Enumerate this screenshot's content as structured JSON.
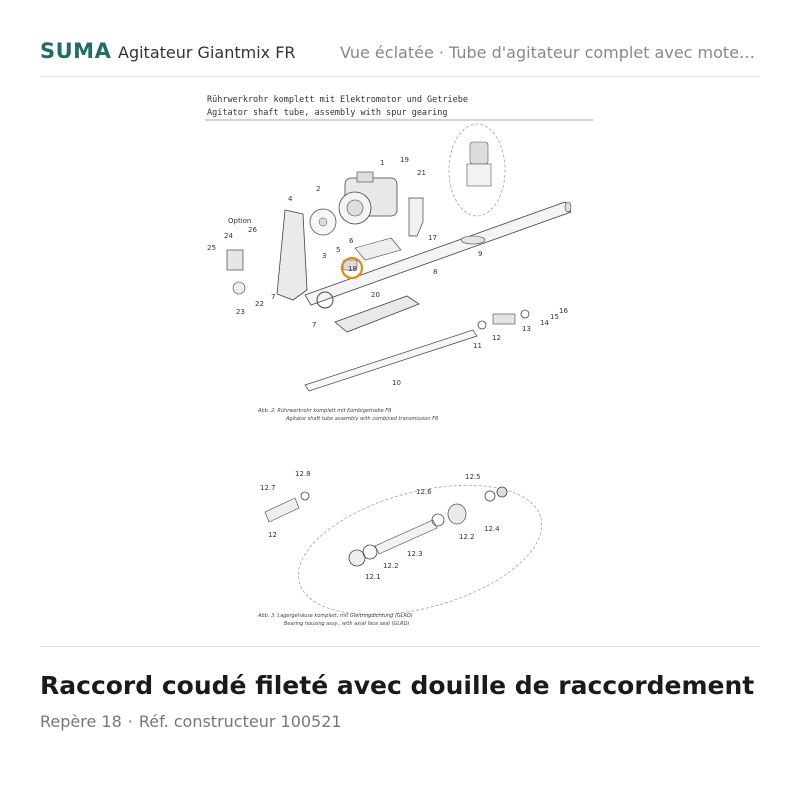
{
  "header": {
    "brand": "SUMA",
    "product": "Agitateur Giantmix FR",
    "view_title": "Vue éclatée · Tube d'agitateur complet avec moteur…"
  },
  "diagram": {
    "heading_de": "Rührwerkrohr komplett mit Elektromotor und Getriebe",
    "heading_en": "Agitator shaft tube, assembly with spur gearing",
    "fig2_caption_de": "Abb. 2:     Rührwerkrohr komplett mit Kombigetriebe FR",
    "fig2_caption_en": "Agitator shaft tube assembly with combined transmission FR",
    "fig3_caption_de": "Abb. 3:     Lagergehäuse komplett, mit Gleitringdichtung (GLRD)",
    "fig3_caption_en": "Bearing housing assy., with axial face seal (GLRD)",
    "option_label": "Option",
    "highlight_color": "#e08a1e",
    "labels_fig2": [
      "1",
      "19",
      "21",
      "2",
      "4",
      "26",
      "24",
      "25",
      "3",
      "6",
      "5",
      "17",
      "18",
      "8",
      "9",
      "7",
      "22",
      "23",
      "20",
      "7",
      "16",
      "15",
      "14",
      "13",
      "12",
      "11",
      "10"
    ],
    "labels_fig3": [
      "12.8",
      "12.7",
      "12",
      "12.5",
      "12.6",
      "12.4",
      "12.2",
      "12.3",
      "12.2",
      "12.1"
    ]
  },
  "part": {
    "title": "Raccord coudé fileté avec douille de raccordement",
    "position_label": "Repère 18",
    "separator": "·",
    "reference": "Réf. constructeur 100521"
  }
}
